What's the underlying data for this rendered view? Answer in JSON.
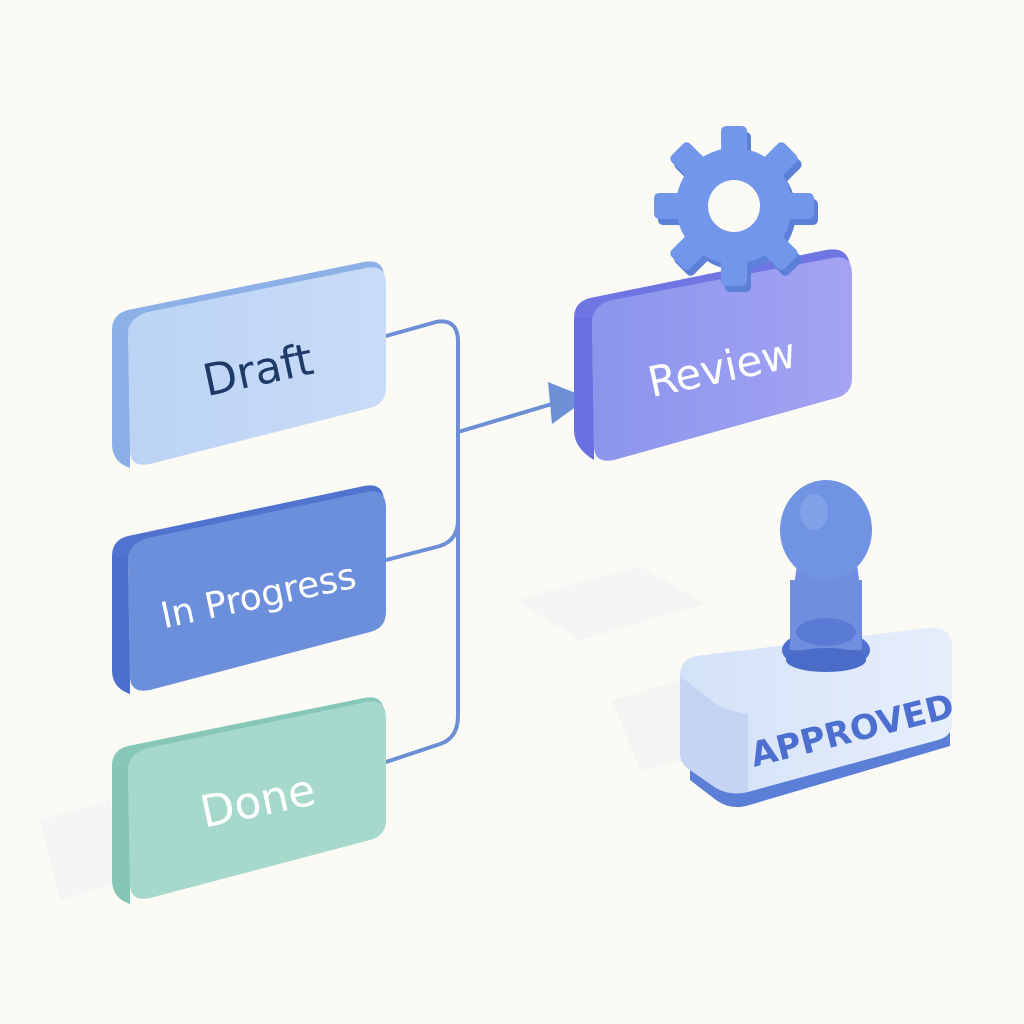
{
  "stages": {
    "draft": "Draft",
    "in_progress": "In Progress",
    "done": "Done",
    "review": "Review"
  },
  "stamp": {
    "label": "APPROVED"
  },
  "icons": {
    "gear": "gear-icon",
    "stamp": "stamp-icon",
    "arrow": "arrow-head-icon"
  },
  "colors": {
    "background": "#fbfaf5",
    "draft": "#b6cff3",
    "in_progress": "#6c8fdc",
    "done": "#a6d9cc",
    "review": "#8f93ef",
    "connector": "#6d8fd6",
    "gear": "#6e8fe4",
    "stamp_handle": "#6f8ee0",
    "stamp_base": "#d6e3fa",
    "stamp_text": "#4d6fd0"
  }
}
